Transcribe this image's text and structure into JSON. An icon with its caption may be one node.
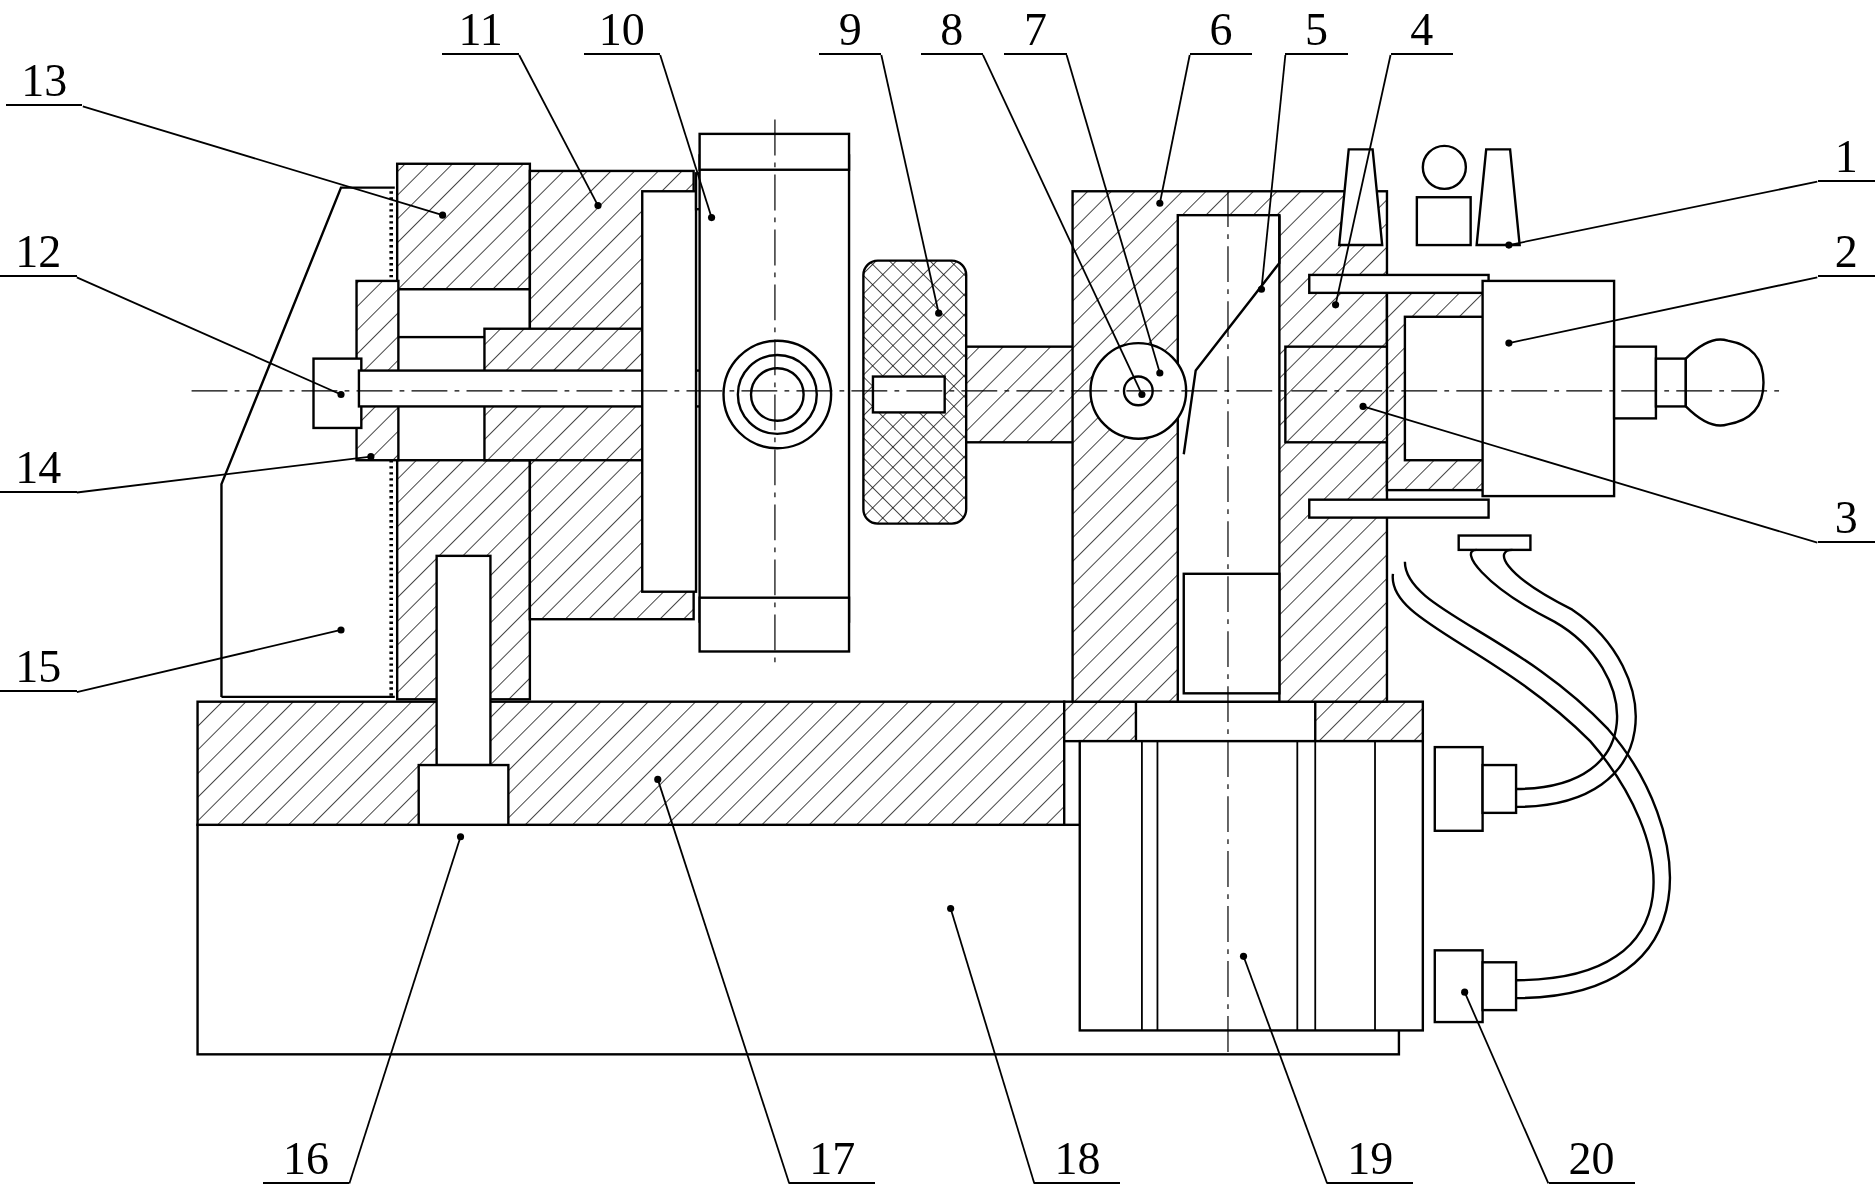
{
  "diagram": {
    "nodes": [
      {
        "text": [
          "1"
        ]
      },
      {
        "text": [
          "2"
        ]
      },
      {
        "text": [
          "3"
        ]
      },
      {
        "text": [
          "4"
        ]
      },
      {
        "text": [
          "5"
        ]
      },
      {
        "text": [
          "6"
        ]
      },
      {
        "text": [
          "7"
        ]
      },
      {
        "text": [
          "8"
        ]
      },
      {
        "text": [
          "9"
        ]
      },
      {
        "text": [
          "10"
        ]
      },
      {
        "text": [
          "11"
        ]
      },
      {
        "text": [
          "12"
        ]
      },
      {
        "text": [
          "13"
        ]
      },
      {
        "text": [
          "14"
        ]
      },
      {
        "text": [
          "15"
        ]
      },
      {
        "text": [
          "16"
        ]
      },
      {
        "text": [
          "17"
        ]
      },
      {
        "text": [
          "18"
        ]
      },
      {
        "text": [
          "19"
        ]
      },
      {
        "text": [
          "20"
        ]
      }
    ],
    "edges": [
      {
        "from": 0,
        "to": null,
        "arrow": "other"
      },
      {
        "from": 1,
        "to": null,
        "arrow": "other"
      },
      {
        "from": 2,
        "to": null,
        "arrow": "other"
      },
      {
        "from": 3,
        "to": null,
        "arrow": "other"
      },
      {
        "from": 4,
        "to": null,
        "arrow": "other"
      },
      {
        "from": 5,
        "to": null,
        "arrow": "other"
      },
      {
        "from": 6,
        "to": null,
        "arrow": "other"
      },
      {
        "from": 7,
        "to": null,
        "arrow": "other"
      },
      {
        "from": 8,
        "to": null,
        "arrow": "other"
      },
      {
        "from": 9,
        "to": null,
        "arrow": "other"
      },
      {
        "from": 10,
        "to": null,
        "arrow": "other"
      },
      {
        "from": 11,
        "to": null,
        "arrow": "other"
      },
      {
        "from": 12,
        "to": null,
        "arrow": "other"
      },
      {
        "from": 13,
        "to": null,
        "arrow": "other"
      },
      {
        "from": 14,
        "to": null,
        "arrow": "other"
      },
      {
        "from": 15,
        "to": null,
        "arrow": "other"
      },
      {
        "from": 16,
        "to": null,
        "arrow": "other"
      },
      {
        "from": 17,
        "to": null,
        "arrow": "other"
      },
      {
        "from": 18,
        "to": null,
        "arrow": "other"
      },
      {
        "from": 19,
        "to": null,
        "arrow": "other"
      }
    ]
  }
}
